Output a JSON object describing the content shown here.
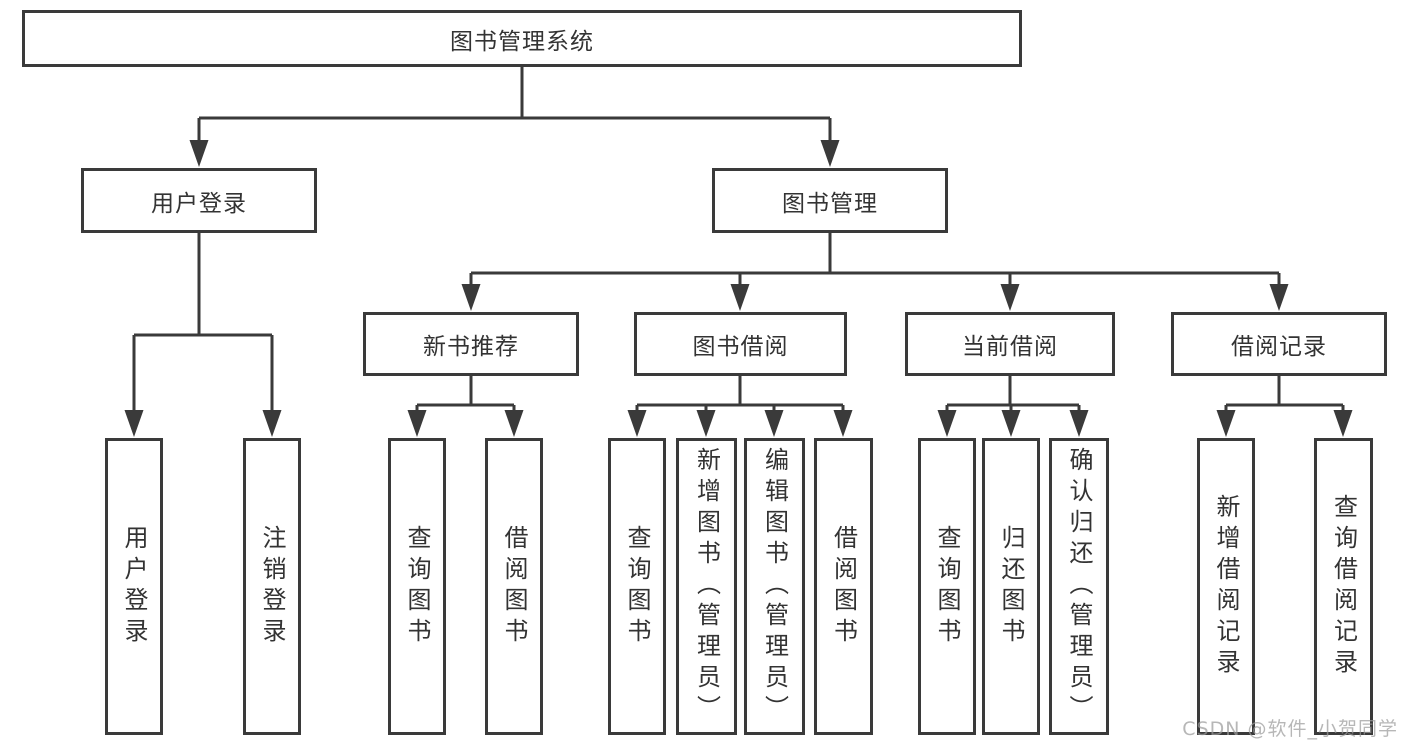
{
  "tree": {
    "root": {
      "label": "图书管理系统"
    },
    "level2": [
      {
        "id": "user-login",
        "label": "用户登录"
      },
      {
        "id": "book-management",
        "label": "图书管理"
      }
    ],
    "level3": [
      {
        "id": "new-book-recommend",
        "label": "新书推荐"
      },
      {
        "id": "book-borrow",
        "label": "图书借阅"
      },
      {
        "id": "current-borrow",
        "label": "当前借阅"
      },
      {
        "id": "borrow-records",
        "label": "借阅记录"
      }
    ],
    "leaves": [
      {
        "label": "用户登录"
      },
      {
        "label": "注销登录"
      },
      {
        "label": "查询图书"
      },
      {
        "label": "借阅图书"
      },
      {
        "label": "查询图书"
      },
      {
        "label": "新增图书（管理员）"
      },
      {
        "label": "编辑图书（管理员）"
      },
      {
        "label": "借阅图书"
      },
      {
        "label": "查询图书"
      },
      {
        "label": "归还图书"
      },
      {
        "label": "确认归还（管理员）"
      },
      {
        "label": "新增借阅记录"
      },
      {
        "label": "查询借阅记录"
      }
    ]
  },
  "watermark": "CSDN @软件_小贺同学",
  "colors": {
    "line": "#3a3a3a",
    "box_border": "#3a3a3a",
    "text": "#333333",
    "watermark": "#9c9c9c",
    "background": "#ffffff"
  }
}
